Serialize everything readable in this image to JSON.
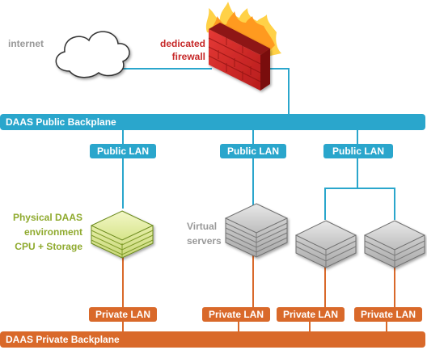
{
  "labels": {
    "internet": "internet",
    "firewall_line1": "dedicated",
    "firewall_line2": "firewall",
    "public_backplane": "DAAS Public Backplane",
    "private_backplane": "DAAS Private Backplane",
    "public_lan": "Public LAN",
    "private_lan": "Private LAN",
    "physical_line1": "Physical DAAS",
    "physical_line2": "environment",
    "physical_line3": "CPU + Storage",
    "virtual_line1": "Virtual",
    "virtual_line2": "servers"
  },
  "colors": {
    "public": "#2aa6cc",
    "private": "#d9692a",
    "firewall": "#d32f2f",
    "physical": "#8faa2e",
    "virtual": "#9a9a9a",
    "label_gray": "#999999"
  },
  "icons": {
    "cloud": "cloud-icon",
    "firewall": "firewall-icon",
    "physical_server": "server-stack-icon",
    "virtual_server": "server-stack-icon"
  }
}
